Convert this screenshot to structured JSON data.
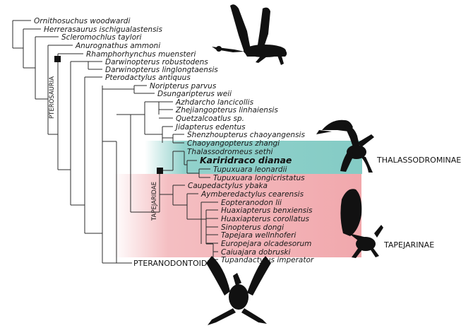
{
  "taxa": [
    "Ornithosuchus woodwardi",
    "Herrerasaurus ischigualastensis",
    "Scleromochlus taylori",
    "Anurognathus ammoni",
    "Rhamphorhynchus muensteri",
    "Darwinopterus robustodens",
    "Darwinopterus linglongtaensis",
    "Pterodactylus antiquus",
    "Noripterus parvus",
    "Dsungaripterus weii",
    "Azhdarcho lancicollis",
    "Zhejiangopterus linhaiensis",
    "Quetzalcoatlus sp.",
    "Jidapterus edentus",
    "Shenzhoupterus chaoyangensis",
    "Chaoyangopterus zhangi",
    "Thalassodromeus sethi",
    "Kariridraco dianae",
    "Tupuxuara leonardii",
    "Tupuxuara longicristatus",
    "Caupedactylus ybaka",
    "Aymberedactylus cearensis",
    "Eopteranodon lii",
    "Huaxiapterus benxiensis",
    "Huaxiapterus corollatus",
    "Sinopterus dongi",
    "Tapejara wellnhoferi",
    "Europejara olcadesorum",
    "Caiuajara dobruski",
    "Tupandactylus imperator"
  ],
  "clades": {
    "pterosauria": "PTEROSAURIA",
    "tapejaridae": "TAPEJARIDAE",
    "thalassodrominae": "THALASSODROMINAE",
    "tapejarinae": "TAPEJARINAE",
    "pteranodontoidea": "PTERANODONTOIDEA"
  },
  "highlight_colors": {
    "thalassodrominae": "#7ec9c2",
    "tapejarinae": "#f0a3a8"
  },
  "icons": [
    "pterosaur-flying-silhouette",
    "tapejarid-standing-silhouette",
    "tapejarid-crested-silhouette",
    "pterosaur-spread-wings-silhouette"
  ]
}
